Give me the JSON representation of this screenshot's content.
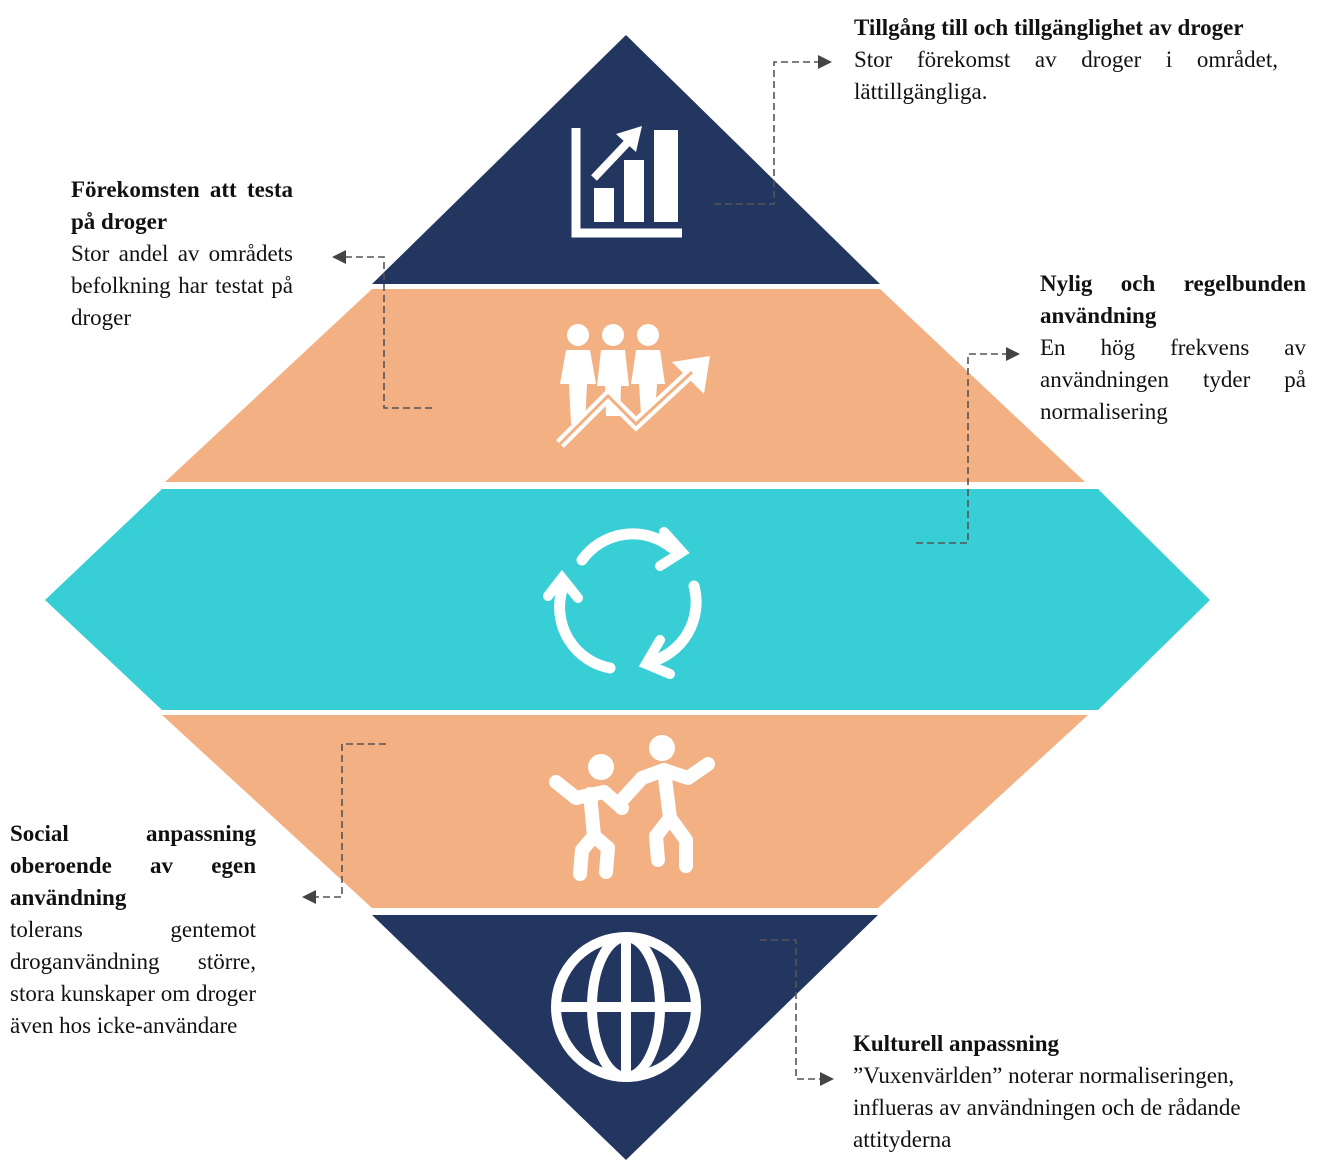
{
  "colors": {
    "navy": "#22365f",
    "peach": "#f2b083",
    "teal": "#37ced5",
    "icon": "#ffffff"
  },
  "layers": [
    {
      "id": "top",
      "color": "navy",
      "icon": "bar-chart-growth-icon"
    },
    {
      "id": "upper",
      "color": "peach",
      "icon": "people-trend-up-icon"
    },
    {
      "id": "middle",
      "color": "teal",
      "icon": "cycle-arrows-icon"
    },
    {
      "id": "lower",
      "color": "peach",
      "icon": "dancing-people-icon"
    },
    {
      "id": "bottom",
      "color": "navy",
      "icon": "globe-icon"
    }
  ],
  "labels": {
    "availability": {
      "title": "Tillgång till och tillgänglighet av droger",
      "body": "Stor förekomst av droger i området, lättillgängliga."
    },
    "trying": {
      "title": "Förekomsten att testa på droger",
      "body": "Stor andel av områdets befolkning har testat på droger"
    },
    "regular_use": {
      "title": "Nylig och regelbunden användning",
      "body": "En hög frekvens av användningen tyder på normalisering"
    },
    "social": {
      "title": "Social anpassning oberoende av egen användning",
      "body": "tolerans gentemot droganvändning större, stora kunskaper om droger även hos icke-användare"
    },
    "cultural": {
      "title": "Kulturell anpassning",
      "body": "”Vuxenvärlden” noterar normaliseringen, influeras av användningen och de rådande attityderna"
    }
  }
}
